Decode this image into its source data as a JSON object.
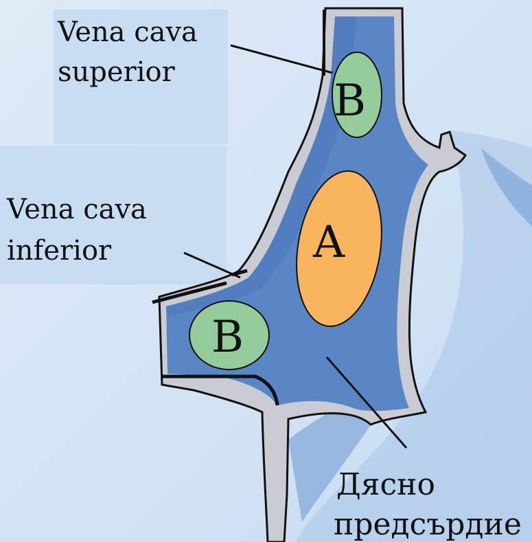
{
  "diagram": {
    "labels": {
      "svc_line1": "Vena cava",
      "svc_line2": "superior",
      "ivc_line1": "Vena cava",
      "ivc_line2": "inferior",
      "ra_line1": "Дясно",
      "ra_line2": "предсърдие"
    },
    "markers": {
      "a": "A",
      "b_upper": "B",
      "b_lower": "B"
    },
    "colors": {
      "background": "#d6e6f4",
      "label_panel": "#c7dcf2",
      "wall": "#c9ccd2",
      "chamber": "#5a86c6",
      "chamber_shadow": "#3f6fb8",
      "region_a": "#f9b45e",
      "region_b": "#94cc9c",
      "outline": "#111111"
    }
  }
}
